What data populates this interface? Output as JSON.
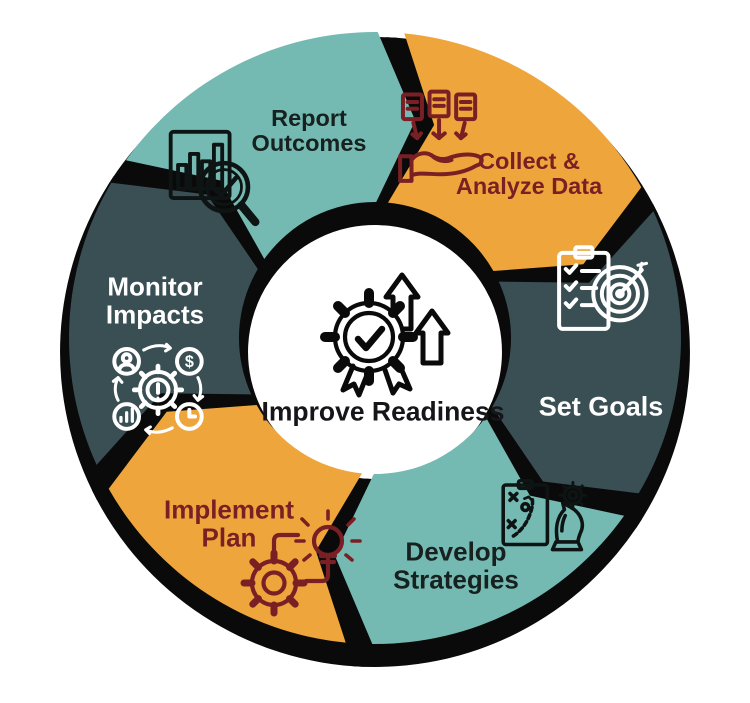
{
  "diagram": {
    "kind": "cycle-diagram",
    "direction": "clockwise",
    "center": {
      "label": "Improve Readiness",
      "icon": "improve-readiness-icon",
      "text_color": "#15151a",
      "icon_color": "#0a0a0a"
    },
    "colors": {
      "teal": "#75bab2",
      "orange": "#eea63c",
      "slate": "#394f54",
      "dark_red": "#7a2025",
      "ink": "#0a0a0a",
      "white_text": "#ffffff",
      "background": "#ffffff"
    },
    "segments": [
      {
        "id": "report-outcomes",
        "label_lines": [
          "Report",
          "Outcomes"
        ],
        "fill": "#75bab2",
        "text_color": "#17211f",
        "icon": "report-outcomes-icon",
        "icon_color": "#0d1413"
      },
      {
        "id": "collect-analyze-data",
        "label_lines": [
          "Collect &",
          "Analyze Data"
        ],
        "fill": "#eea63c",
        "text_color": "#7a2025",
        "icon": "collect-data-icon",
        "icon_color": "#7a2025"
      },
      {
        "id": "set-goals",
        "label_lines": [
          "Set Goals"
        ],
        "fill": "#394f54",
        "text_color": "#ffffff",
        "icon": "set-goals-icon",
        "icon_color": "#ffffff"
      },
      {
        "id": "develop-strategies",
        "label_lines": [
          "Develop",
          "Strategies"
        ],
        "fill": "#75bab2",
        "text_color": "#17211f",
        "icon": "develop-strategies-icon",
        "icon_color": "#0d1413"
      },
      {
        "id": "implement-plan",
        "label_lines": [
          "Implement",
          "Plan"
        ],
        "fill": "#eea63c",
        "text_color": "#7a2025",
        "icon": "implement-plan-icon",
        "icon_color": "#7a2025"
      },
      {
        "id": "monitor-impacts",
        "label_lines": [
          "Monitor",
          "Impacts"
        ],
        "fill": "#394f54",
        "text_color": "#ffffff",
        "icon": "monitor-impacts-icon",
        "icon_color": "#ffffff"
      }
    ],
    "glyphs": {
      "dollar": "$"
    }
  }
}
